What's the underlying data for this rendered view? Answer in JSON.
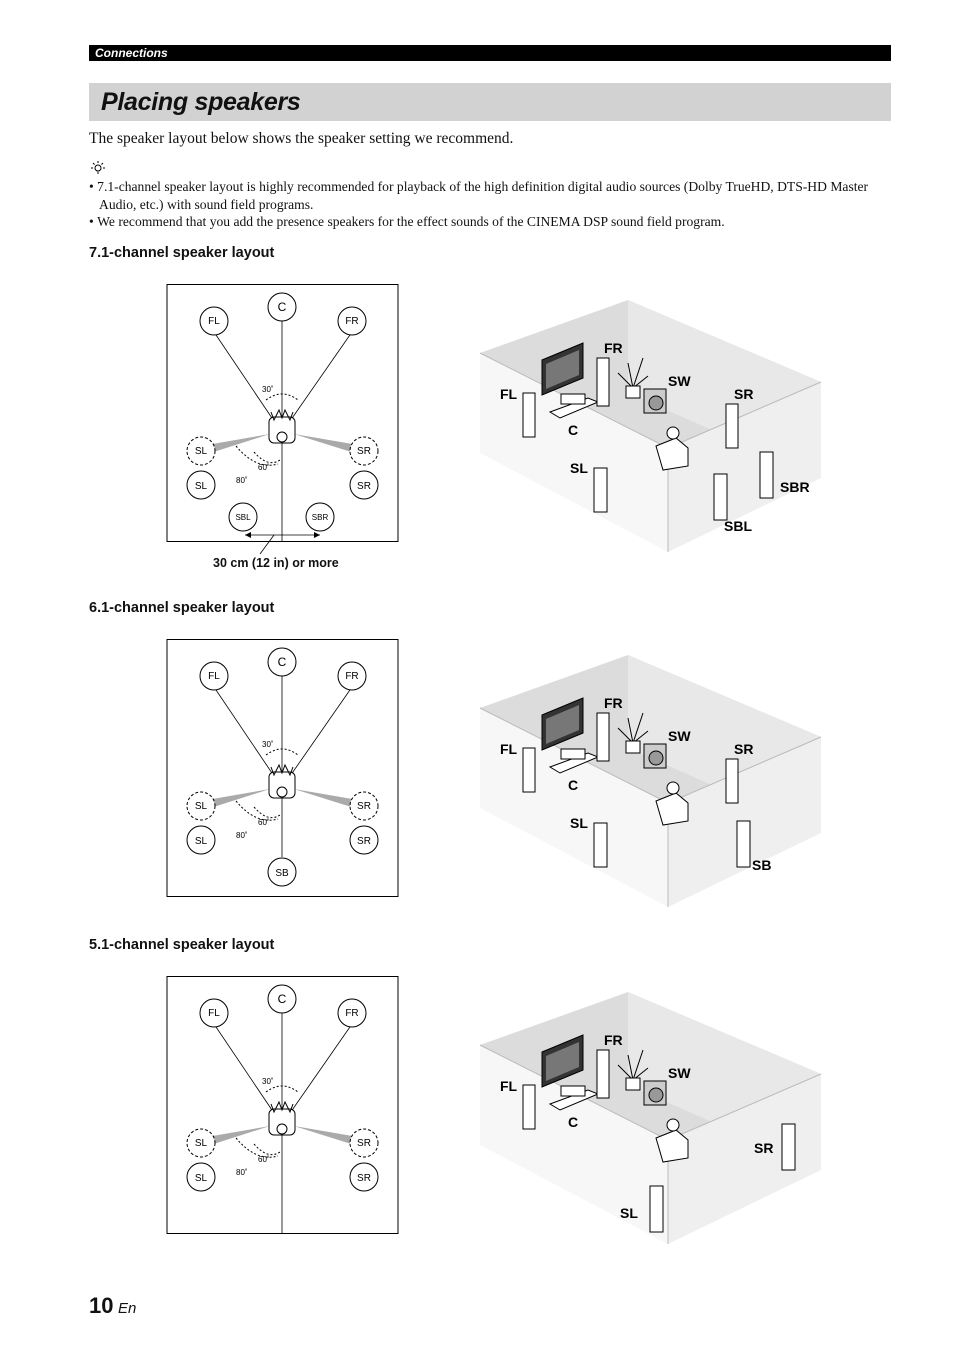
{
  "header": {
    "section": "Connections",
    "title": "Placing speakers"
  },
  "intro": "The speaker layout below shows the speaker setting we recommend.",
  "tips": [
    "7.1-channel speaker layout is highly recommended for playback of the high definition digital audio sources (Dolby TrueHD, DTS-HD Master Audio, etc.) with sound field programs.",
    "We recommend that you add the presence speakers for the effect sounds of the CINEMA DSP sound field program."
  ],
  "layouts": [
    {
      "heading": "7.1-channel speaker layout",
      "plan": {
        "front": [
          "FL",
          "C",
          "FR"
        ],
        "surround": [
          "SL",
          "SR"
        ],
        "surround_alt": [
          "SL",
          "SR"
        ],
        "back": [
          "SBL",
          "SBR"
        ],
        "angles": [
          "30˚",
          "60˚",
          "80˚"
        ]
      },
      "room_labels": [
        "FR",
        "SW",
        "FL",
        "SR",
        "C",
        "SL",
        "SBR",
        "SBL"
      ],
      "caption": "30 cm (12 in) or more"
    },
    {
      "heading": "6.1-channel speaker layout",
      "plan": {
        "front": [
          "FL",
          "C",
          "FR"
        ],
        "surround": [
          "SL",
          "SR"
        ],
        "surround_alt": [
          "SL",
          "SR"
        ],
        "back": [
          "SB"
        ],
        "angles": [
          "30˚",
          "60˚",
          "80˚"
        ]
      },
      "room_labels": [
        "FR",
        "SW",
        "FL",
        "SR",
        "C",
        "SL",
        "SB"
      ]
    },
    {
      "heading": "5.1-channel speaker layout",
      "plan": {
        "front": [
          "FL",
          "C",
          "FR"
        ],
        "surround": [
          "SL",
          "SR"
        ],
        "surround_alt": [
          "SL",
          "SR"
        ],
        "back": [],
        "angles": [
          "30˚",
          "60˚",
          "80˚"
        ]
      },
      "room_labels": [
        "FR",
        "SW",
        "FL",
        "C",
        "SR",
        "SL"
      ]
    }
  ],
  "footer": {
    "page_number": "10",
    "lang": "En"
  }
}
